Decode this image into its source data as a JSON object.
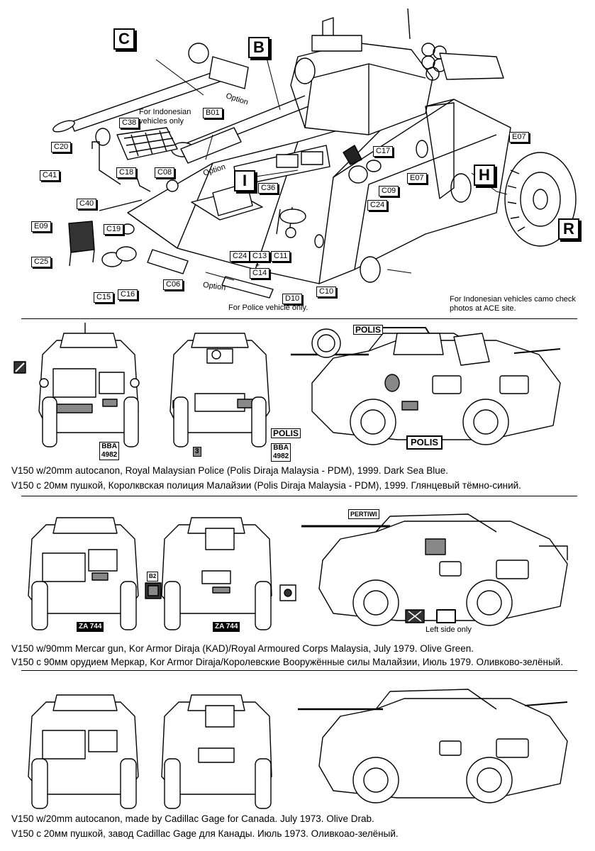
{
  "top_section": {
    "big_labels": {
      "C": "C",
      "B": "B",
      "I": "I",
      "H": "H",
      "R": "R"
    },
    "part_labels": {
      "B01": "B01",
      "C38": "C38",
      "C20": "C20",
      "C41": "C41",
      "C18": "C18",
      "C08": "C08",
      "C40": "C40",
      "E09": "E09",
      "C19": "C19",
      "C25": "C25",
      "C15": "C15",
      "C16": "C16",
      "C06": "C06",
      "D10": "D10",
      "C10": "C10",
      "C24a": "C24",
      "C13": "C13",
      "C14": "C14",
      "C11": "C11",
      "C36": "C36",
      "C24b": "C24",
      "C09": "C09",
      "C17": "C17",
      "E07a": "E07",
      "E07b": "E07"
    },
    "notes": {
      "indonesian_vehicles": "For Indonesian\nvehicles only",
      "police_only": "For Police vehicle only.",
      "camo_check": "For Indonesian vehicles camo check\nphotos at ACE site.",
      "option1": "Option",
      "option2": "Option",
      "option3": "Option",
      "plus": "+"
    }
  },
  "sections": [
    {
      "caption_en": "V150 w/20mm autocanon, Royal Malaysian Police (Polis Diraja Malaysia - PDM), 1999. Dark Sea Blue.",
      "caption_ru": "V150 с 20мм пушкой, Королквская полиция Малайзии (Polis Diraja Malaysia - PDM), 1999. Глянцевый тёмно-синий.",
      "markings": {
        "plate1": "BBA\n4982",
        "plate2": "BBA\n4982",
        "polis_front": "POLIS",
        "polis_top": "POLIS",
        "polis_side": "POLIS",
        "num": "3"
      }
    },
    {
      "caption_en": "V150 w/90mm Mercar gun, Kor Armor Diraja (KAD)/Royal Armoured Corps Malaysia, July 1979. Olive Green.",
      "caption_ru": "V150 с 90мм орудием Меркар, Kor Armor Diraja/Королевские Вооружённые силы Малайзии, Июль 1979. Оливково-зелёный.",
      "markings": {
        "plate1": "ZA 744",
        "plate2": "ZA 744",
        "pertiwi": "PERTIWI",
        "left_side": "Left side only",
        "small": "B2"
      }
    },
    {
      "caption_en": "V150 w/20mm autocanon, made by Cadillac Gage for Canada. July 1973. Olive Drab.",
      "caption_ru": "V150 с 20мм пушкой, завод Cadillac Gage для Канады. Июль 1973. Оливкоао-зелёный."
    }
  ]
}
